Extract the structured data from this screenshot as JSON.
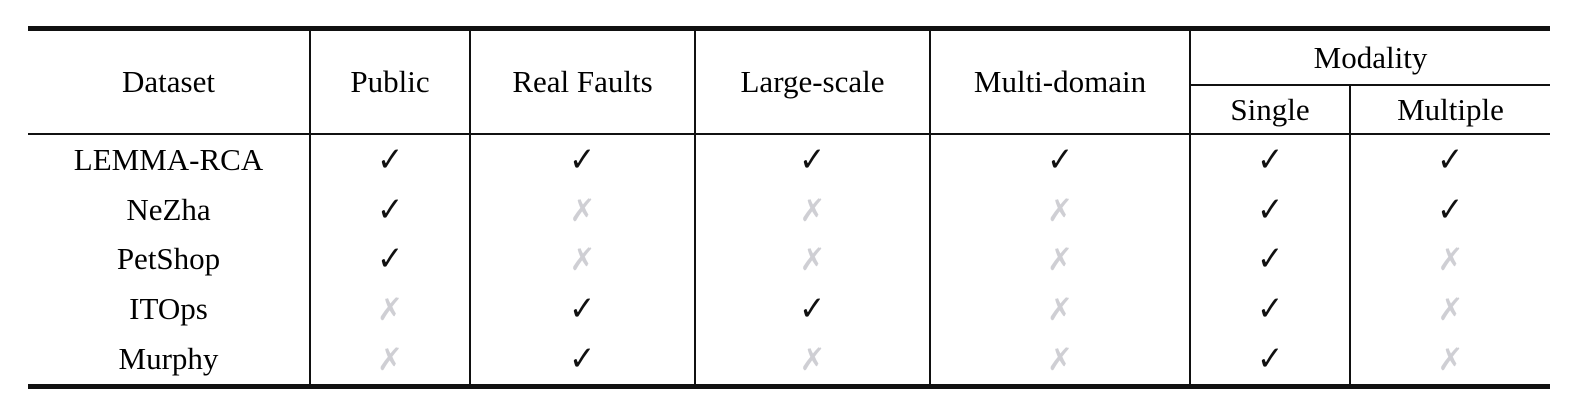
{
  "table": {
    "columns": {
      "dataset": "Dataset",
      "public": "Public",
      "real_faults": "Real Faults",
      "large_scale": "Large-scale",
      "multi_domain": "Multi-domain",
      "modality_group": "Modality",
      "modality_single": "Single",
      "modality_multiple": "Multiple"
    },
    "marks": {
      "yes_glyph": "✓",
      "no_glyph": "✗",
      "yes_color": "#111111",
      "no_color": "#cfcfd4"
    },
    "rows": [
      {
        "name": "LEMMA-RCA",
        "public": "✓",
        "real_faults": "✓",
        "large_scale": "✓",
        "multi_domain": "✓",
        "modality_single": "✓",
        "modality_multiple": "✓"
      },
      {
        "name": "NeZha",
        "public": "✓",
        "real_faults": "✗",
        "large_scale": "✗",
        "multi_domain": "✗",
        "modality_single": "✓",
        "modality_multiple": "✓"
      },
      {
        "name": "PetShop",
        "public": "✓",
        "real_faults": "✗",
        "large_scale": "✗",
        "multi_domain": "✗",
        "modality_single": "✓",
        "modality_multiple": "✗"
      },
      {
        "name": "ITOps",
        "public": "✗",
        "real_faults": "✓",
        "large_scale": "✓",
        "multi_domain": "✗",
        "modality_single": "✓",
        "modality_multiple": "✗"
      },
      {
        "name": "Murphy",
        "public": "✗",
        "real_faults": "✓",
        "large_scale": "✗",
        "multi_domain": "✗",
        "modality_single": "✓",
        "modality_multiple": "✗"
      }
    ]
  }
}
